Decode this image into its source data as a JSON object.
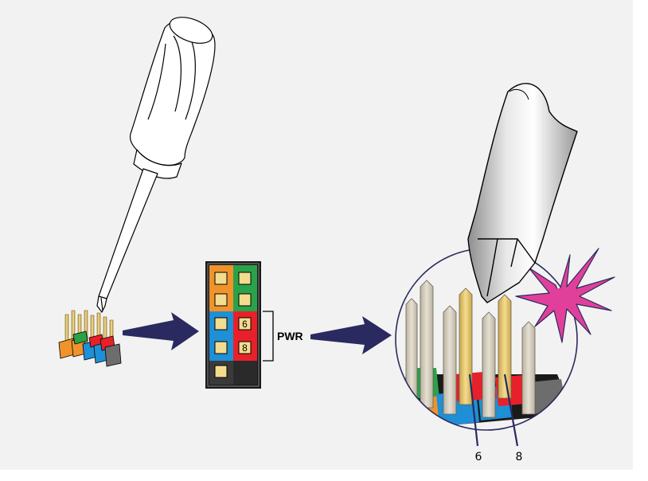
{
  "header_label": "PWR",
  "pin_labels": {
    "pin_a": "6",
    "pin_b": "8"
  },
  "callouts": {
    "left": "6",
    "right": "8"
  },
  "colors": {
    "background": "#f2f2f2",
    "orange": "#f0932b",
    "green": "#2aa24a",
    "blue": "#1f8fd6",
    "red": "#e8202a",
    "gray": "#6d6d6d",
    "arrow": "#2a2a60",
    "spark": "#e0409a"
  },
  "icons": [
    "screwdriver-icon",
    "spark-icon",
    "arrow-icon"
  ]
}
